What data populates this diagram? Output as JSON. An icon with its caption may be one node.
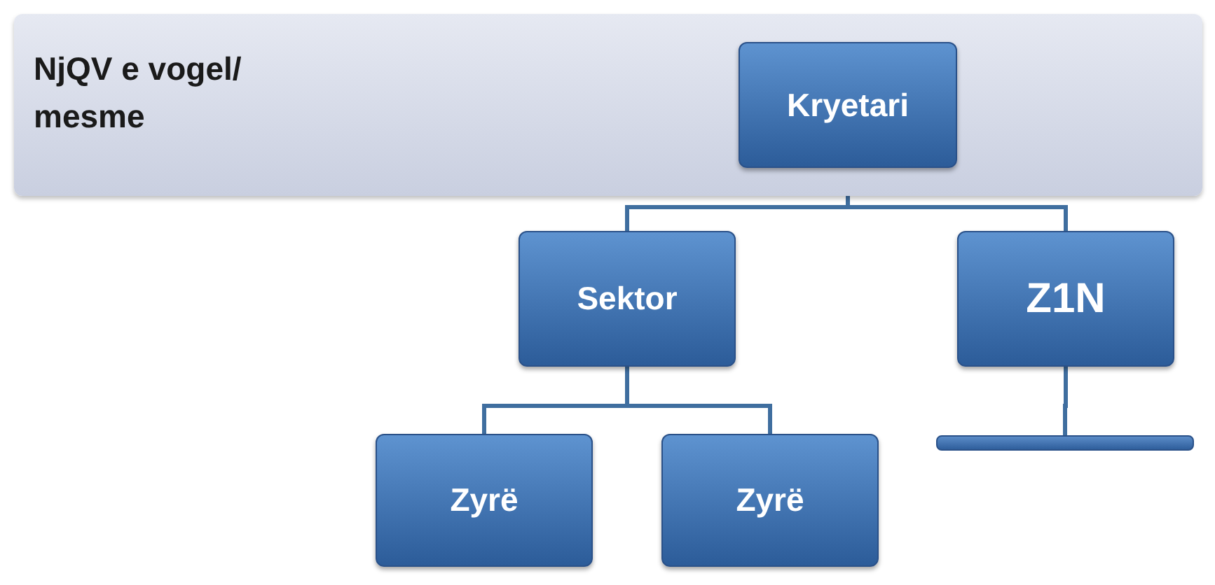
{
  "diagram": {
    "nodes": [
      {
        "text": [
          "NjQV e vogel/ mesme"
        ]
      },
      {
        "text": [
          "Kryetari"
        ],
        "in": 0
      },
      {
        "text": [
          "Sektor"
        ]
      },
      {
        "text": [
          "Z1N"
        ]
      },
      {
        "text": [
          "Zyrë"
        ]
      },
      {
        "text": [
          "Zyrë"
        ]
      },
      {
        "text": [],
        "shape": "bar"
      }
    ],
    "edges": [
      {
        "from": 1,
        "to": 2,
        "arrow": "none"
      },
      {
        "from": 1,
        "to": 3,
        "arrow": "none"
      },
      {
        "from": 2,
        "to": 4,
        "arrow": "none"
      },
      {
        "from": 2,
        "to": 5,
        "arrow": "none"
      },
      {
        "from": 3,
        "to": 6,
        "arrow": "none"
      }
    ]
  }
}
